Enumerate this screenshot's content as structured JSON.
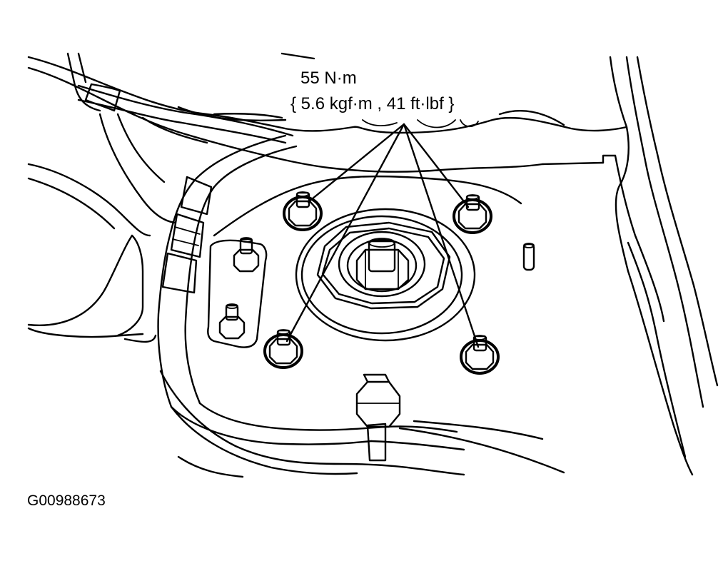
{
  "callout": {
    "torque_nm": "55 N·m",
    "torque_alt": "{ 5.6 kgf·m , 41 ft·lbf }"
  },
  "figure_id": "G00988673",
  "parts": {
    "strut_mount_nuts": 4,
    "bracket_studs": 2
  }
}
